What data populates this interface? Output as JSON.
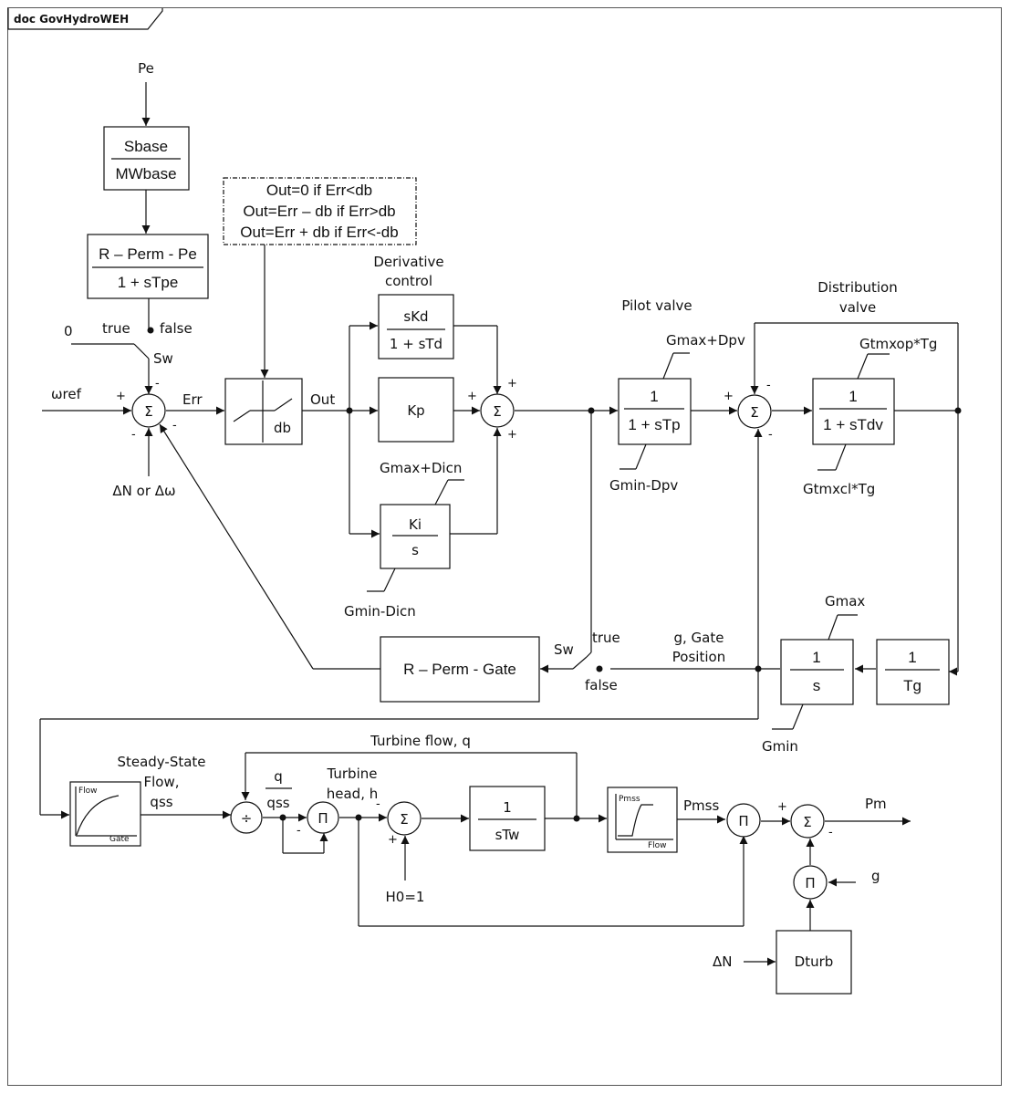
{
  "title": "doc GovHydroWEH",
  "inputs": {
    "pe": "Pe",
    "wref": "ωref",
    "dn_or_dw": "ΔN or Δω",
    "zero": "0",
    "h0": "H0=1",
    "dn": "ΔN",
    "g": "g"
  },
  "blocks": {
    "sbase_num": "Sbase",
    "sbase_den": "MWbase",
    "rperm_pe_num": "R – Perm - Pe",
    "rperm_pe_den": "1 + sTpe",
    "deadband_label": "db",
    "deadband_note": [
      "Out=0 if Err<db",
      "Out=Err – db if Err>db",
      "Out=Err + db if Err<-db"
    ],
    "kd_num": "sKd",
    "kd_den": "1 + sTd",
    "kp": "Kp",
    "ki_num": "Ki",
    "ki_den": "s",
    "pilot_num": "1",
    "pilot_den": "1 + sTp",
    "dist_num": "1",
    "dist_den": "1 + sTdv",
    "int_num": "1",
    "int_den": "s",
    "tg_num": "1",
    "tg_den": "Tg",
    "rperm_gate": "R – Perm - Gate",
    "tw_num": "1",
    "tw_den": "sTw",
    "dturb": "Dturb",
    "q_num": "q",
    "q_den": "qss",
    "flow_curve_y": "Flow",
    "flow_curve_x": "Gate",
    "pmss_curve_y": "Pmss",
    "pmss_curve_x": "Flow"
  },
  "labels": {
    "true1": "true",
    "false1": "false",
    "sw1": "Sw",
    "err": "Err",
    "out": "Out",
    "derivative_control": [
      "Derivative",
      "control"
    ],
    "pilot_valve": "Pilot valve",
    "distribution_valve": [
      "Distribution",
      "valve"
    ],
    "gmax_dpv": "Gmax+Dpv",
    "gmin_dpv": "Gmin-Dpv",
    "gtmxop": "Gtmxop*Tg",
    "gtmxcl": "Gtmxcl*Tg",
    "gmax_dicn": "Gmax+Dicn",
    "gmin_dicn": "Gmin-Dicn",
    "gmax": "Gmax",
    "gmin": "Gmin",
    "sw2": "Sw",
    "true2": "true",
    "false2": "false",
    "gate_position": [
      "g, Gate",
      "Position"
    ],
    "turbine_flow": "Turbine flow, q",
    "steady_state": [
      "Steady-State",
      "Flow,",
      "qss"
    ],
    "turbine_head": [
      "Turbine",
      "head, h"
    ],
    "pmss": "Pmss",
    "pm": "Pm"
  },
  "symbols": {
    "sum": "Σ",
    "prod": "Π",
    "div": "÷",
    "plus": "+",
    "minus": "-"
  }
}
